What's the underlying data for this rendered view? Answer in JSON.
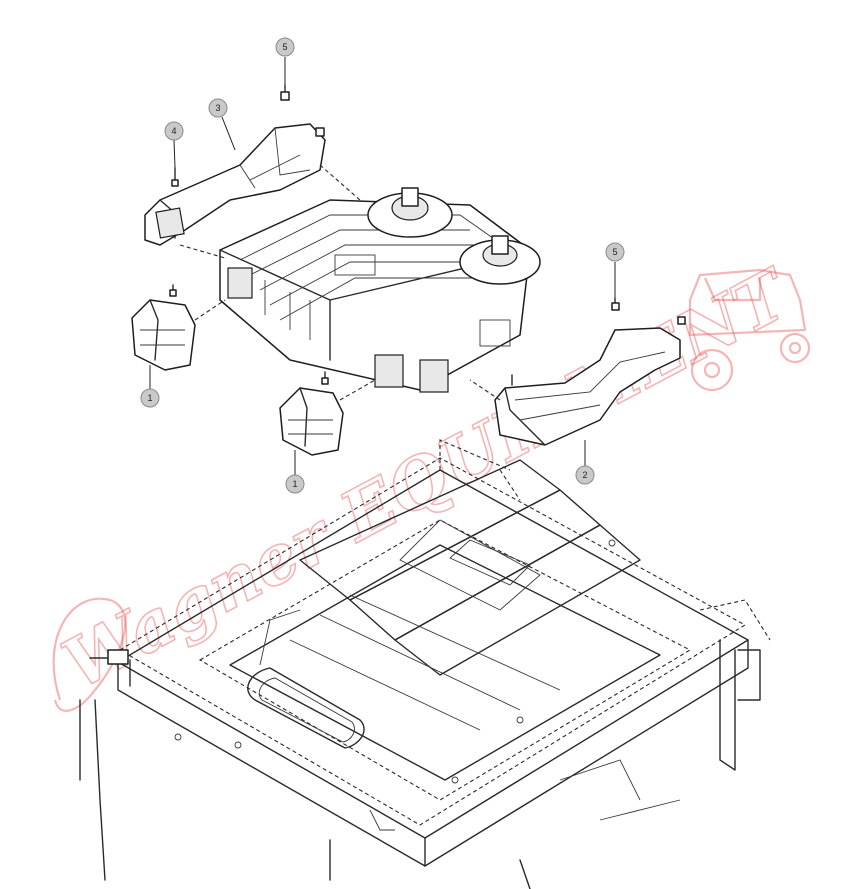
{
  "callouts": [
    {
      "id": "c5a",
      "label": "5"
    },
    {
      "id": "c3",
      "label": "3"
    },
    {
      "id": "c4",
      "label": "4"
    },
    {
      "id": "c5b",
      "label": "5"
    },
    {
      "id": "c1a",
      "label": "1"
    },
    {
      "id": "c1b",
      "label": "1"
    },
    {
      "id": "c2",
      "label": "2"
    }
  ],
  "watermark": {
    "text": "Wagner EQUIPMENT",
    "color": "#e85a5a"
  },
  "colors": {
    "line": "#2a2a2a",
    "callout_fill": "#c9c9c9",
    "background": "#ffffff"
  }
}
